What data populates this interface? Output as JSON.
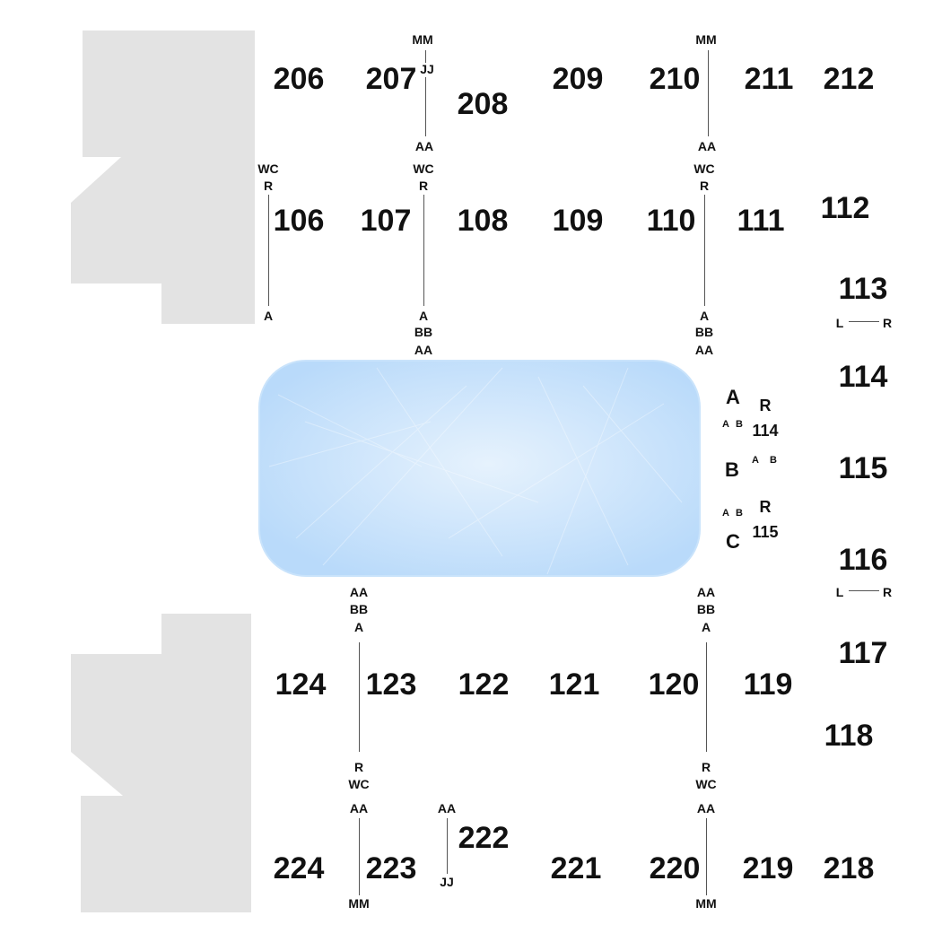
{
  "colors": {
    "block": "#e3e3e3",
    "ice": "#bcdcf8",
    "ice_center": "#e4f1fd",
    "text": "#111111"
  },
  "sections": {
    "s206": "206",
    "s207": "207",
    "s208": "208",
    "s209": "209",
    "s210": "210",
    "s211": "211",
    "s212": "212",
    "s106": "106",
    "s107": "107",
    "s108": "108",
    "s109": "109",
    "s110": "110",
    "s111": "111",
    "s112": "112",
    "s113": "113",
    "s114": "114",
    "s115": "115",
    "s116": "116",
    "s117": "117",
    "s118": "118",
    "s124": "124",
    "s123": "123",
    "s122": "122",
    "s121": "121",
    "s120": "120",
    "s119": "119",
    "s224": "224",
    "s223": "223",
    "s222": "222",
    "s221": "221",
    "s220": "220",
    "s219": "219",
    "s218": "218"
  },
  "rows": {
    "mm": "MM",
    "jj": "JJ",
    "aa": "AA",
    "bb": "BB",
    "a": "A",
    "b": "B",
    "c": "C",
    "r": "R",
    "l": "L",
    "wc": "WC",
    "sub114": "114",
    "sub115": "115"
  }
}
